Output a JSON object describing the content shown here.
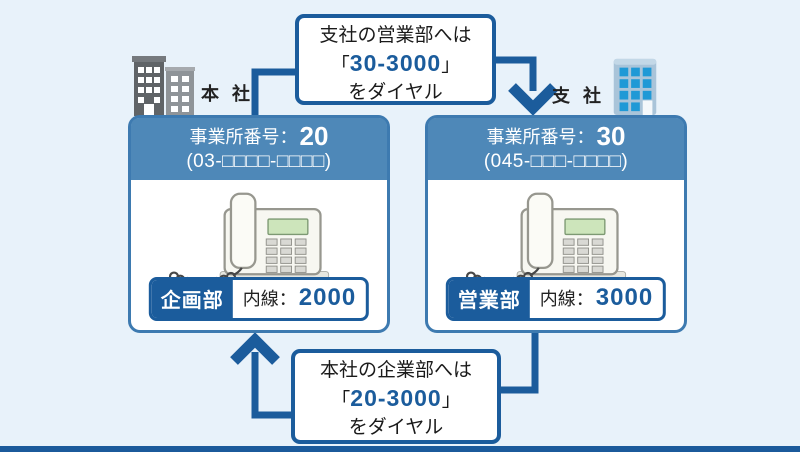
{
  "colors": {
    "background": "#e8f2fa",
    "dark_blue": "#1b5c9c",
    "header_blue": "#4e88b8",
    "panel_border": "#3d7ab0",
    "bottom_bar": "#1b5a9b",
    "text_dark": "#1f1f1f"
  },
  "top_callout": {
    "line1": "支社の営業部へは",
    "bracket_open": "「",
    "dial_number": "30-3000",
    "bracket_close": "」",
    "line3": "をダイヤル"
  },
  "bottom_callout": {
    "line1": "本社の企業部へは",
    "bracket_open": "「",
    "dial_number": "20-3000",
    "bracket_close": "」",
    "line3": "をダイヤル"
  },
  "head_office": {
    "building_label": "本 社",
    "office_number_label": "事業所番号：",
    "office_number": "20",
    "outside_line_format": "(03-□□□□-□□□□)",
    "department": "企画部",
    "extension_label": "内線：",
    "extension_number": "2000"
  },
  "branch_office": {
    "building_label": "支 社",
    "office_number_label": "事業所番号：",
    "office_number": "30",
    "outside_line_format": "(045-□□□-□□□□)",
    "department": "営業部",
    "extension_label": "内線：",
    "extension_number": "3000"
  }
}
